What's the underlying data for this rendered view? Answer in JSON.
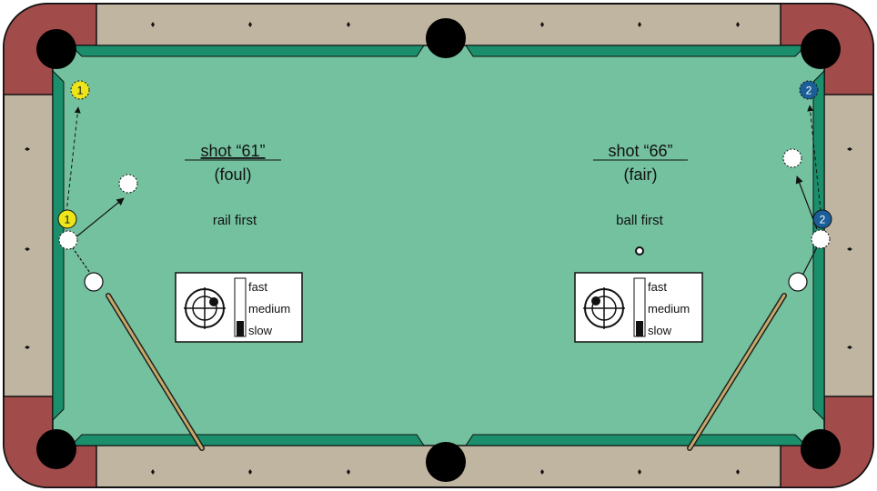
{
  "colors": {
    "felt": "#74c19f",
    "rail": "#bfb5a1",
    "corner": "#a24b4b",
    "cushion": "#1b8f6b",
    "ball_one": "#ece51a",
    "ball_two": "#1c5f98",
    "cue_ball": "#ffffff",
    "pocket": "#000000"
  },
  "left_shot": {
    "title": "shot “61”",
    "verdict": "(foul)",
    "description": "rail first",
    "object_ball_number": "1",
    "target_ball_number": "1",
    "speed_labels": {
      "fast": "fast",
      "medium": "medium",
      "slow": "slow"
    },
    "speed_level": "slow",
    "cue_tip_position": "top-right"
  },
  "right_shot": {
    "title": "shot “66”",
    "verdict": "(fair)",
    "description": "ball first",
    "object_ball_number": "2",
    "target_ball_number": "2",
    "speed_labels": {
      "fast": "fast",
      "medium": "medium",
      "slow": "slow"
    },
    "speed_level": "slow",
    "cue_tip_position": "top-left"
  }
}
